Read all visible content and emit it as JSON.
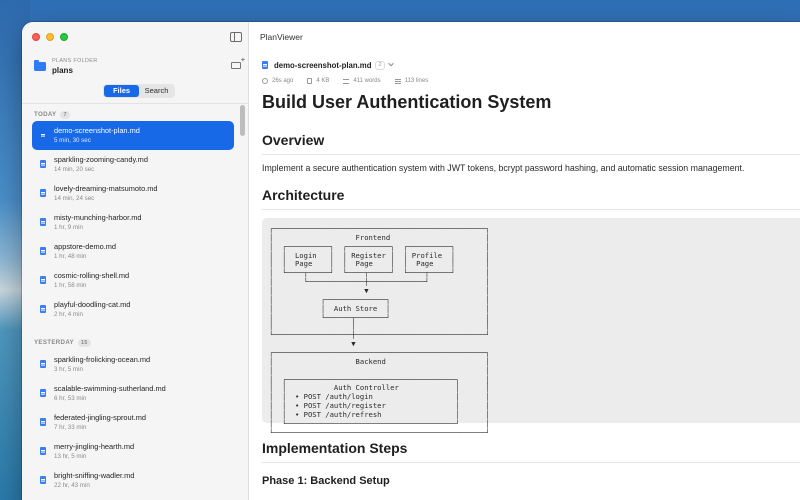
{
  "sidebar": {
    "folder_label": "PLANS FOLDER",
    "folder_name": "plans",
    "tabs": [
      {
        "label": "Files",
        "active": true
      },
      {
        "label": "Search",
        "active": false
      }
    ],
    "sections": [
      {
        "title": "TODAY",
        "count": "7",
        "items": [
          {
            "name": "demo-screenshot-plan.md",
            "time": "5 min, 30 sec",
            "selected": true
          },
          {
            "name": "sparkling-zooming-candy.md",
            "time": "14 min, 20 sec"
          },
          {
            "name": "lovely-dreaming-matsumoto.md",
            "time": "14 min, 24 sec"
          },
          {
            "name": "misty-munching-harbor.md",
            "time": "1 hr, 9 min"
          },
          {
            "name": "appstore-demo.md",
            "time": "1 hr, 48 min"
          },
          {
            "name": "cosmic-rolling-shell.md",
            "time": "1 hr, 58 min"
          },
          {
            "name": "playful-doodling-cat.md",
            "time": "2 hr, 4 min"
          }
        ]
      },
      {
        "title": "YESTERDAY",
        "count": "15",
        "items": [
          {
            "name": "sparkling-frolicking-ocean.md",
            "time": "3 hr, 5 min"
          },
          {
            "name": "scalable-swimming-sutherland.md",
            "time": "6 hr, 53 min"
          },
          {
            "name": "federated-jingling-sprout.md",
            "time": "7 hr, 33 min"
          },
          {
            "name": "merry-jingling-hearth.md",
            "time": "13 hr, 5 min"
          },
          {
            "name": "bright-sniffing-wadler.md",
            "time": "22 hr, 43 min"
          }
        ]
      }
    ]
  },
  "main": {
    "app_title": "PlanViewer",
    "file_name": "demo-screenshot-plan.md",
    "file_badge": "2",
    "meta": {
      "age": "26s ago",
      "size": "4 KB",
      "words": "411 words",
      "lines": "113 lines"
    },
    "doc": {
      "h1": "Build User Authentication System",
      "overview_heading": "Overview",
      "overview_text": "Implement a secure authentication system with JWT tokens, bcrypt password hashing, and automatic session management.",
      "architecture_heading": "Architecture",
      "architecture_code": "┌─────────────────────────────────────────────────┐\n│                   Frontend                      │\n│  ┌──────────┐  ┌──────────┐  ┌──────────┐       │\n│  │  Login   │  │ Register │  │ Profile  │       │\n│  │  Page    │  │  Page    │  │  Page    │       │\n│  └────┬─────┘  └────┬─────┘  └────┬─────┘       │\n│       └─────────────┼─────────────┘             │\n│                     ▼                           │\n│           ┌──────────────┐                      │\n│           │  Auth Store  │                      │\n│           └──────┬───────┘                      │\n│                  │                              │\n└──────────────────┼──────────────────────────────┘\n                   ▼\n┌─────────────────────────────────────────────────┐\n│                   Backend                       │\n│                                                 │\n│  ┌───────────────────────────────────────┐      │\n│  │           Auth Controller             │      │\n│  │  • POST /auth/login                   │      │\n│  │  • POST /auth/register                │      │\n│  │  • POST /auth/refresh                 │      │\n│  └───────────────────────────────────────┘      │\n└─────────────────────────────────────────────────┘",
      "implementation_heading": "Implementation Steps",
      "phase1_heading": "Phase 1: Backend Setup"
    }
  }
}
